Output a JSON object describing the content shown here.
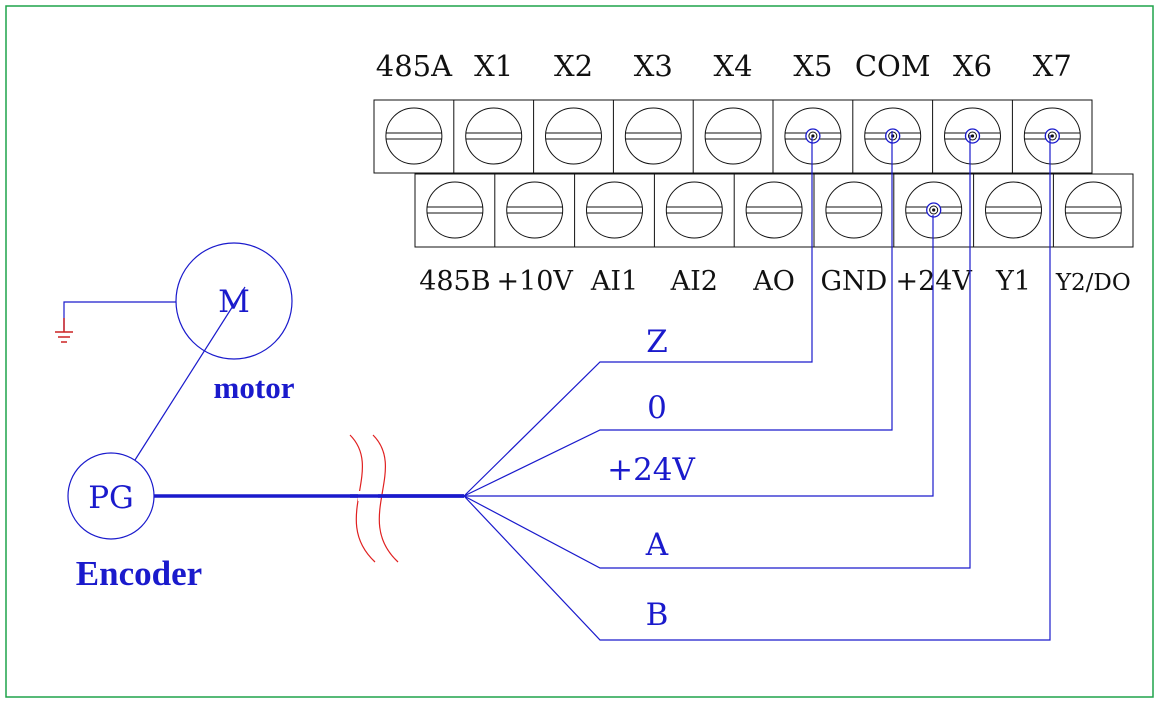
{
  "terminals": {
    "top": [
      "485A",
      "X1",
      "X2",
      "X3",
      "X4",
      "X5",
      "COM",
      "X6",
      "X7"
    ],
    "bottom": [
      "485B",
      "+10V",
      "AI1",
      "AI2",
      "AO",
      "GND",
      "+24V",
      "Y1",
      "Y2/DO"
    ]
  },
  "motor": {
    "symbol": "M",
    "caption": "motor"
  },
  "encoder": {
    "symbol": "PG",
    "caption": "Encoder"
  },
  "signals": [
    "Z",
    "0",
    "+24V",
    "A",
    "B"
  ],
  "colors": {
    "border": "#1fa34a",
    "wire": "#1a1acc",
    "label_blue": "#1a1acc",
    "break_mark": "#e02020",
    "ground": "#cc2222",
    "terminal_line": "#111111"
  }
}
